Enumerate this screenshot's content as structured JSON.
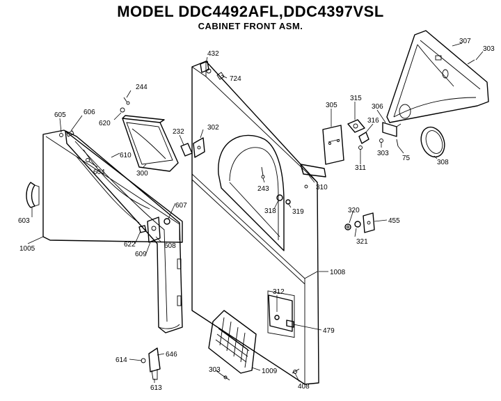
{
  "header": {
    "model": "MODEL DDC4492AFL,DDC4397VSL",
    "subtitle": "CABINET FRONT ASM."
  },
  "parts": [
    {
      "id": "p307",
      "label": "307"
    },
    {
      "id": "p303a",
      "label": "303"
    },
    {
      "id": "p432",
      "label": "432"
    },
    {
      "id": "p724",
      "label": "724"
    },
    {
      "id": "p244",
      "label": "244"
    },
    {
      "id": "p605",
      "label": "605"
    },
    {
      "id": "p606",
      "label": "606"
    },
    {
      "id": "p620",
      "label": "620"
    },
    {
      "id": "p232",
      "label": "232"
    },
    {
      "id": "p302",
      "label": "302"
    },
    {
      "id": "p305",
      "label": "305"
    },
    {
      "id": "p315",
      "label": "315"
    },
    {
      "id": "p306",
      "label": "306"
    },
    {
      "id": "p316",
      "label": "316"
    },
    {
      "id": "p303b",
      "label": "303"
    },
    {
      "id": "p75",
      "label": "75"
    },
    {
      "id": "p308",
      "label": "308"
    },
    {
      "id": "p311",
      "label": "311"
    },
    {
      "id": "p610",
      "label": "610"
    },
    {
      "id": "p604",
      "label": "604"
    },
    {
      "id": "p300",
      "label": "300"
    },
    {
      "id": "p243",
      "label": "243"
    },
    {
      "id": "p310",
      "label": "310"
    },
    {
      "id": "p603",
      "label": "603"
    },
    {
      "id": "p607",
      "label": "607"
    },
    {
      "id": "p318",
      "label": "318"
    },
    {
      "id": "p319",
      "label": "319"
    },
    {
      "id": "p320",
      "label": "320"
    },
    {
      "id": "p455",
      "label": "455"
    },
    {
      "id": "p622",
      "label": "622"
    },
    {
      "id": "p608",
      "label": "608"
    },
    {
      "id": "p609",
      "label": "609"
    },
    {
      "id": "p321",
      "label": "321"
    },
    {
      "id": "p1005",
      "label": "1005"
    },
    {
      "id": "p1008",
      "label": "1008"
    },
    {
      "id": "p312",
      "label": "312"
    },
    {
      "id": "p479",
      "label": "479"
    },
    {
      "id": "p614",
      "label": "614"
    },
    {
      "id": "p646",
      "label": "646"
    },
    {
      "id": "p303c",
      "label": "303"
    },
    {
      "id": "p1009",
      "label": "1009"
    },
    {
      "id": "p613",
      "label": "613"
    },
    {
      "id": "p408",
      "label": "408"
    }
  ]
}
